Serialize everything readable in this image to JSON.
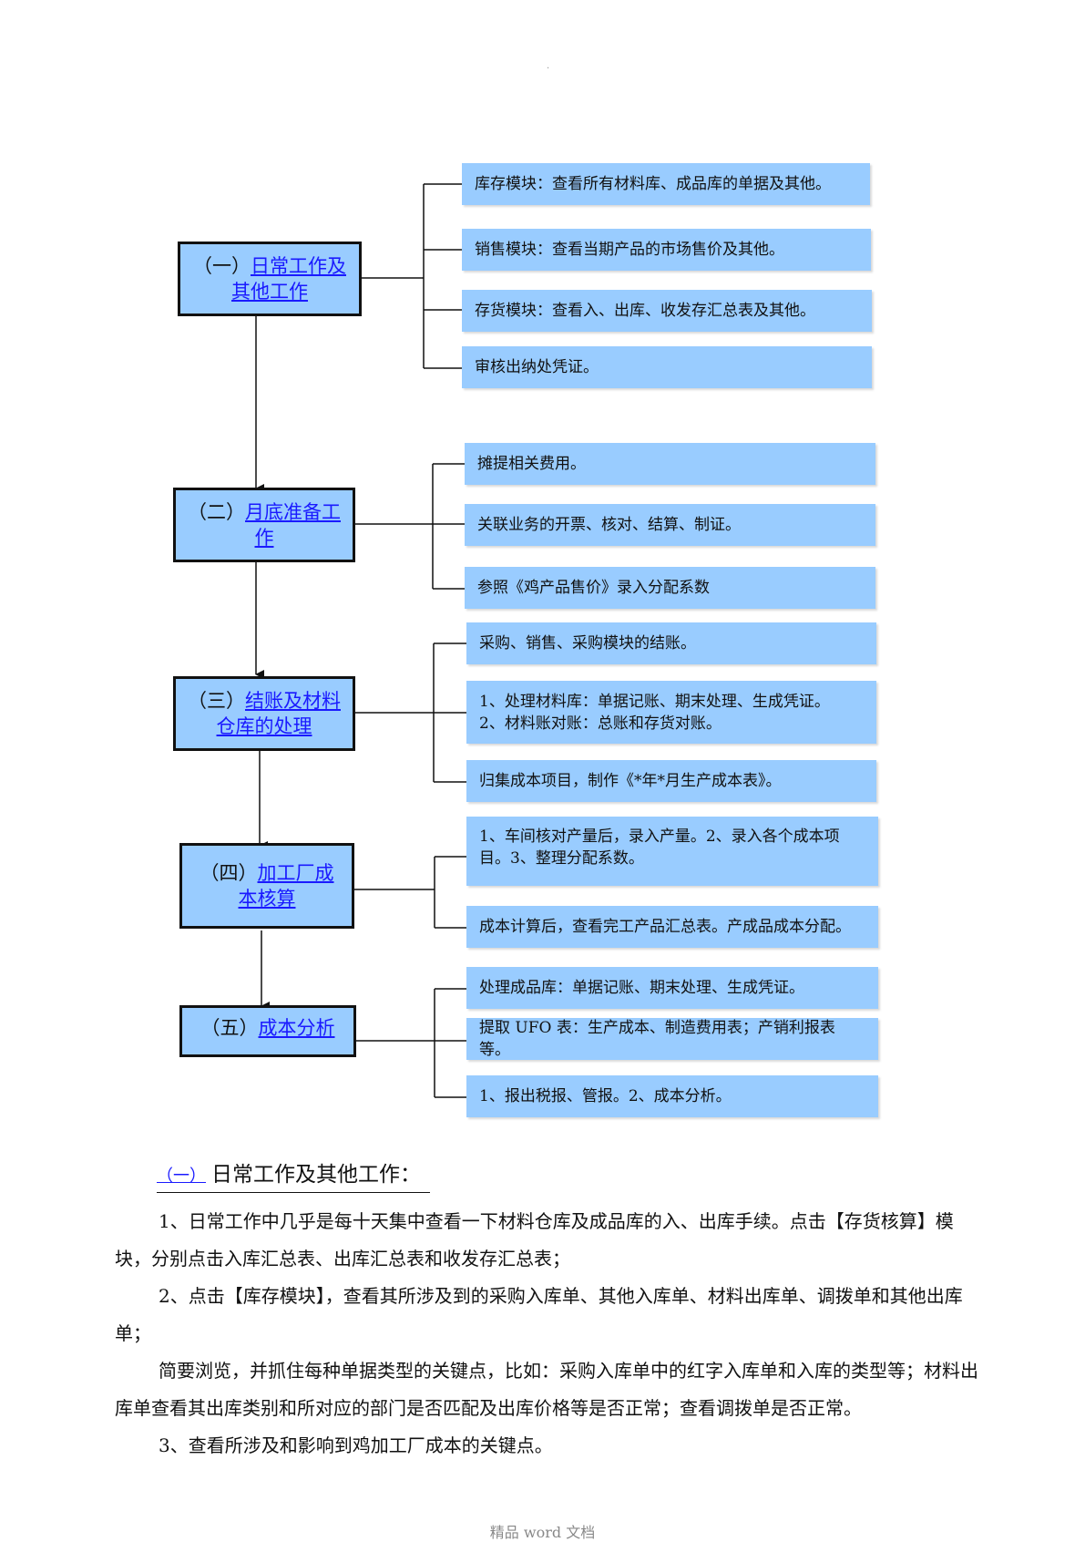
{
  "top_mark": "·",
  "flow": [
    {
      "num": "（一）",
      "line1": "日常工作及",
      "line2": "其他工作",
      "items": [
        "库存模块：查看所有材料库、成品库的单据及其他。",
        "销售模块：查看当期产品的市场售价及其他。",
        "存货模块：查看入、出库、收发存汇总表及其他。",
        "审核出纳处凭证。"
      ]
    },
    {
      "num": "（二）",
      "line1": "月底准备工",
      "line2": "作",
      "items": [
        "摊提相关费用。",
        "关联业务的开票、核对、结算、制证。",
        "参照《鸡产品售价》录入分配系数"
      ]
    },
    {
      "num": "（三）",
      "line1": "结账及材料",
      "line2": "仓库的处理",
      "items": [
        "采购、销售、采购模块的结账。",
        "1、处理材料库：单据记账、期末处理、生成凭证。",
        "2、材料账对账：总账和存货对账。",
        "归集成本项目，制作《*年*月生产成本表》。"
      ]
    },
    {
      "num": "（四）",
      "line1": "加工厂成",
      "line2": "本核算",
      "items": [
        "1、车间核对产量后，录入产量。2、录入各个成本项",
        "目。3、整理分配系数。",
        "成本计算后，查看完工产品汇总表。产成品成本分配。"
      ]
    },
    {
      "num": "（五）",
      "line1": "成本分析",
      "line2": "",
      "items": [
        "处理成品库：单据记账、期末处理、生成凭证。",
        "提取 UFO  表：生产成本、制造费用表；产销利报表等。",
        "1、报出税报、管报。2、成本分析。"
      ]
    }
  ],
  "section": {
    "num": "（一）",
    "title": "日常工作及其他工作：",
    "paragraphs": [
      "1、日常工作中几乎是每十天集中查看一下材料仓库及成品库的入、出库手续。点击【存货核算】模块，分别点击入库汇总表、出库汇总表和收发存汇总表；",
      "2、点击【库存模块】，查看其所涉及到的采购入库单、其他入库单、材料出库单、调拨单和其他出库单；",
      "简要浏览，并抓住每种单据类型的关键点，比如：采购入库单中的红字入库单和入库的类型等；材料出库单查看其出库类别和所对应的部门是否匹配及出库价格等是否正常；查看调拨单是否正常。",
      "3、查看所涉及和影响到鸡加工厂成本的关键点。"
    ]
  },
  "footer": "精品 word 文档"
}
